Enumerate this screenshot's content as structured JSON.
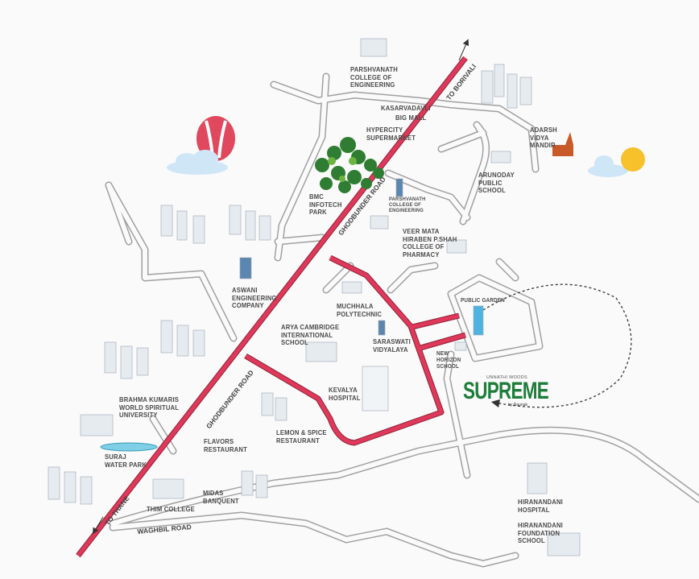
{
  "roads": {
    "ghodbunder_upper": "GHODBUNDER ROAD",
    "ghodbunder_lower": "GHODBUNDER ROAD",
    "to_borivali": "TO BORIVALI",
    "to_thane": "TO THANE",
    "waghbil": "WAGHBIL ROAD"
  },
  "landmarks": [
    {
      "id": "parshvanath-top",
      "label": "PARSHVANATH\nCOLLEGE OF\nENGINEERING"
    },
    {
      "id": "kasarvadavli",
      "label": "KASARVADAVLI"
    },
    {
      "id": "big-mall",
      "label": "BIG MALL"
    },
    {
      "id": "hypercity",
      "label": "HYPERCITY\nSUPERMARKET"
    },
    {
      "id": "adarsh",
      "label": "ADARSH\nVIDYA\nMANDIR"
    },
    {
      "id": "bmc",
      "label": "BMC\nINFOTECH\nPARK"
    },
    {
      "id": "arunoday",
      "label": "ARUNODAY\nPUBLIC\nSCHOOL"
    },
    {
      "id": "parshvanath-mid",
      "label": "PARSHVANATH\nCOLLEGE OF\nENGINEERING"
    },
    {
      "id": "veer-mata",
      "label": "VEER MATA\nHIRABEN P.SHAH\nCOLLEGE OF\nPHARMACY"
    },
    {
      "id": "aswani",
      "label": "ASWANI\nENGINEERING\nCOMPANY"
    },
    {
      "id": "muchhala",
      "label": "MUCHHALA\nPOLYTECHNIC"
    },
    {
      "id": "public-garden",
      "label": "PUBLIC GARDEN"
    },
    {
      "id": "arya",
      "label": "ARYA CAMBRIDGE\nINTERNATIONAL\nSCHOOL"
    },
    {
      "id": "saraswati",
      "label": "SARASWATI\nVIDYALAYA"
    },
    {
      "id": "new-horizon",
      "label": "NEW\nHORIZON\nSCHOOL"
    },
    {
      "id": "kevalya",
      "label": "KEVALYA\nHOSPITAL"
    },
    {
      "id": "brahma",
      "label": "BRAHMA KUMARIS\nWORLD SPIRITUAL\nUNIVERSITY"
    },
    {
      "id": "lemon",
      "label": "LEMON & SPICE\nRESTAURANT"
    },
    {
      "id": "flavors",
      "label": "FLAVORS\nRESTAURANT"
    },
    {
      "id": "suraj",
      "label": "SURAJ\nWATER PARK"
    },
    {
      "id": "midas",
      "label": "MIDAS\nBANQUENT"
    },
    {
      "id": "thim",
      "label": "THIM COLLEGE"
    },
    {
      "id": "hiranandani-hosp",
      "label": "HIRANANDANI\nHOSPITAL"
    },
    {
      "id": "hiranandani-school",
      "label": "HIRANANDANI\nFOUNDATION\nSCHOOL"
    }
  ],
  "project": {
    "pre": "UNNATHI WOODS",
    "name": "SUPREME",
    "by": "by Raunak",
    "color": "#1e7d3a"
  },
  "colors": {
    "main_road": "#e0385a",
    "minor_road": "#9a9a9a",
    "background": "#fafafa"
  }
}
